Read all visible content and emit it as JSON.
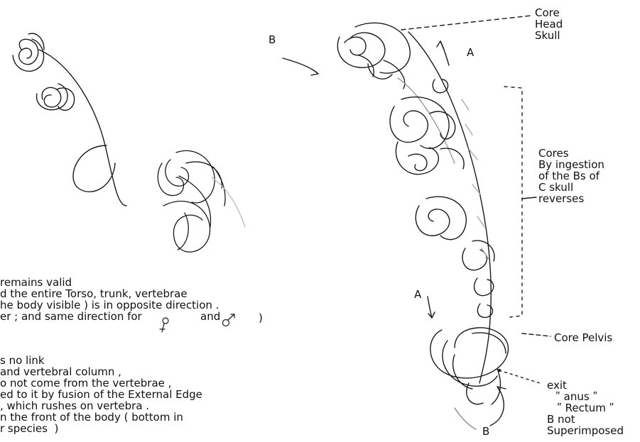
{
  "labels": {
    "B_top": "B",
    "A_top": "A",
    "A_mid": "A",
    "B_bottom": "B"
  },
  "core_head": [
    "Core",
    "Head",
    "Skull"
  ],
  "cores_block": [
    "Cores",
    "By ingestion",
    "of the Bs of",
    "C skull",
    "reverses"
  ],
  "core_pelvis": "Core Pelvis",
  "exit_block": [
    "exit",
    "ʺ anus ʺ",
    "ʺ Rectum ʺ",
    "B not",
    "Superimposed"
  ],
  "paragraph1": [
    "remains valid",
    "d the entire Torso, trunk, vertebrae",
    "he body visible ) is in opposite direction .",
    "er ; and same direction for"
  ],
  "paragraph1_tail": "and",
  "paragraph1_close": ")",
  "paragraph2": [
    "s no link",
    "and vertebral column ,",
    "o not come from the vertebrae ,",
    "ed to it by fusion of the External Edge",
    ", which rushes on vertebra .",
    "n the front of the body ( bottom in",
    "r species  )"
  ]
}
